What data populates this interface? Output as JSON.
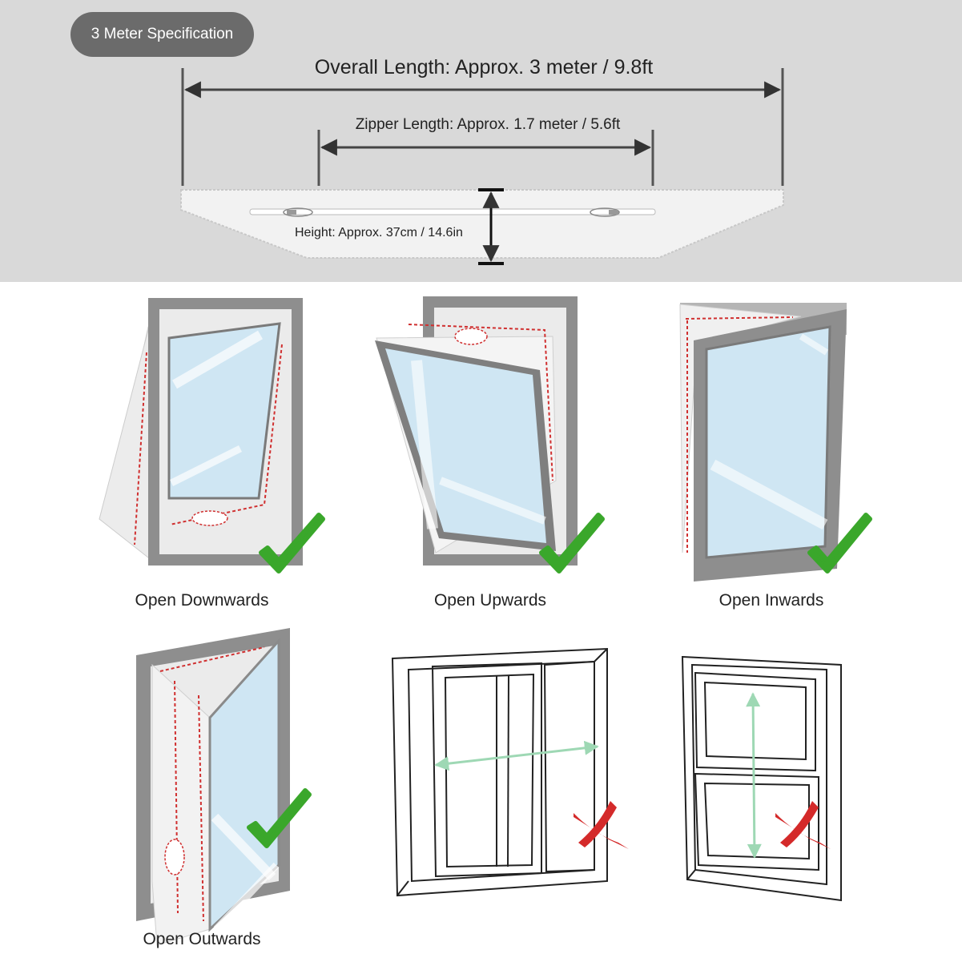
{
  "spec": {
    "badge": "3 Meter Specification",
    "overall_length": "Overall Length: Approx. 3 meter / 9.8ft",
    "zipper_length": "Zipper Length: Approx. 1.7 meter / 5.6ft",
    "height": "Height: Approx. 37cm / 14.6in"
  },
  "window_types": [
    {
      "caption": "Open Downwards",
      "supported": true
    },
    {
      "caption": "Open Upwards",
      "supported": true
    },
    {
      "caption": "Open Inwards",
      "supported": true
    },
    {
      "caption": "Open Outwards",
      "supported": true
    },
    {
      "caption": "",
      "supported": false,
      "icon": "sliding-window-icon"
    },
    {
      "caption": "",
      "supported": false,
      "icon": "sash-window-icon"
    }
  ],
  "colors": {
    "spec_background": "#d9d9d9",
    "badge": "#6b6b6b",
    "frame_gray": "#8e8e8e",
    "glass": "#cfe6f3",
    "zipper_red": "#d03030",
    "check_green": "#3aa72b",
    "cross_red": "#d42a2a",
    "arrow_green": "#9ed8b4"
  }
}
